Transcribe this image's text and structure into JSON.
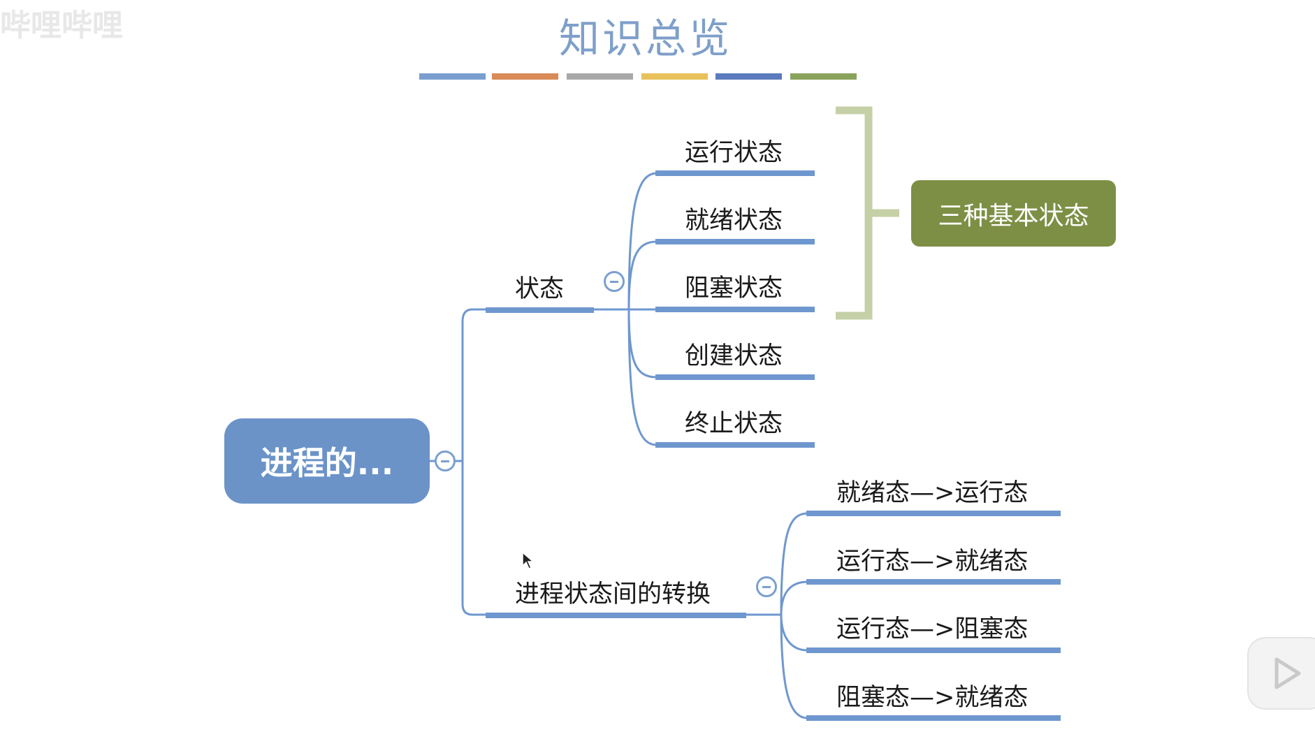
{
  "title": "知识总览",
  "watermark": "哔哩哔哩",
  "header_bar_colors": [
    "#7a9fcf",
    "#d98a58",
    "#a8a8a8",
    "#e8c15a",
    "#5b7bbd",
    "#8aa35b"
  ],
  "root": {
    "label": "进程的..."
  },
  "branches": [
    {
      "label": "状态",
      "children": [
        "运行状态",
        "就绪状态",
        "阻塞状态",
        "创建状态",
        "终止状态"
      ]
    },
    {
      "label": "进程状态间的转换",
      "children": [
        "就绪态—>运行态",
        "运行态—>就绪态",
        "运行态—>阻塞态",
        "阻塞态—>就绪态"
      ]
    }
  ],
  "summary": {
    "label": "三种基本状态"
  },
  "colors": {
    "root": "#6b93c8",
    "line": "#6f97cf",
    "bracket": "#c6d0a6",
    "summary": "#7d8f45"
  }
}
